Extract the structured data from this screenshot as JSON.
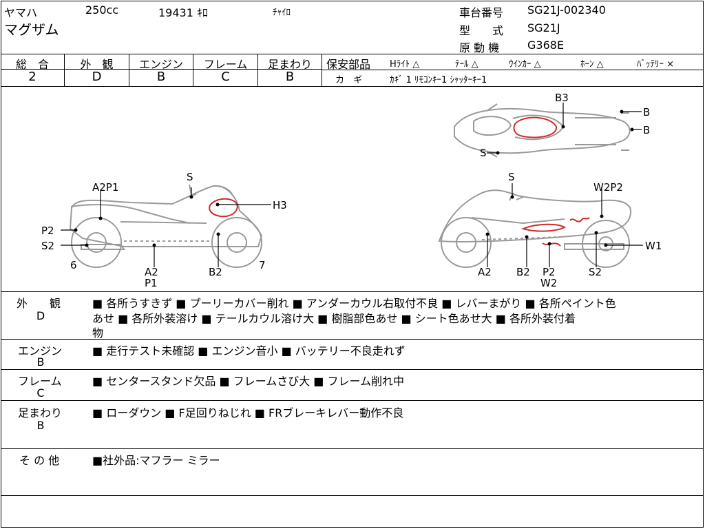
{
  "header": {
    "maker": "ヤマハ",
    "displacement": "250cc",
    "mileage": "19431 ｷﾛ",
    "color": "ﾁｬｲﾛ",
    "model_name": "マグザム",
    "chassis_label": "車台番号",
    "chassis_no": "SG21J-002340",
    "type_label": "型　　式",
    "type_value": "SG21J",
    "engine_label": "原 動 機",
    "engine_value": "G368E"
  },
  "grades": {
    "headers": [
      "総　合",
      "外　観",
      "エンジン",
      "フレーム",
      "足まわり"
    ],
    "values": [
      "2",
      "D",
      "B",
      "C",
      "B"
    ]
  },
  "safety": {
    "label": "保安部品",
    "items": [
      {
        "name": "Hﾗｲﾄ",
        "mark": "△"
      },
      {
        "name": "ﾃｰﾙ",
        "mark": "△"
      },
      {
        "name": "ｳｲﾝｶｰ",
        "mark": "△"
      },
      {
        "name": "ﾎｰﾝ",
        "mark": "△"
      },
      {
        "name": "ﾊﾞｯﾃﾘｰ",
        "mark": "×"
      }
    ],
    "key_label": "カ　ギ",
    "key_items": "ｶｷﾞ 1  ﾘﾓｺﾝｷｰ1  ｼｬｯﾀｰｷｰ1"
  },
  "diagram": {
    "top": {
      "b3": "B3",
      "b1": "B",
      "b2": "B",
      "s": "S"
    },
    "left": {
      "a2p1": "A2P1",
      "s": "S",
      "h3": "H3",
      "p2": "P2",
      "s2": "S2",
      "six": "6",
      "a2": "A2",
      "p1": "P1",
      "b2": "B2",
      "seven": "7"
    },
    "right": {
      "s": "S",
      "w2p2": "W2P2",
      "w1": "W1",
      "a2": "A2",
      "b2": "B2",
      "p2": "P2",
      "w2": "W2",
      "s2": "S2"
    }
  },
  "notes": [
    {
      "label": "外　　観",
      "grade": "D",
      "lines": [
        "■ 各所うすきず ■ プーリーカバー削れ ■ アンダーカウル右取付不良 ■ レバーまがり ■ 各所ペイント色",
        "あせ ■ 各所外装溶け ■ テールカウル溶け大 ■ 樹脂部色あせ ■ シート色あせ大 ■ 各所外装付着",
        "物"
      ]
    },
    {
      "label": "エンジン",
      "grade": "B",
      "lines": [
        "■ 走行テスト未確認 ■ エンジン音小 ■ バッテリー不良走れず"
      ]
    },
    {
      "label": "フレーム",
      "grade": "C",
      "lines": [
        "■ センタースタンド欠品 ■ フレームさび大 ■ フレーム削れ中"
      ]
    },
    {
      "label": "足まわり",
      "grade": "B",
      "lines": [
        "■ ローダウン ■ F足回りねじれ ■ FRブレーキレバー動作不良"
      ]
    },
    {
      "label": "そ の 他",
      "grade": "",
      "lines": [
        "■社外品:マフラー ミラー"
      ]
    }
  ]
}
